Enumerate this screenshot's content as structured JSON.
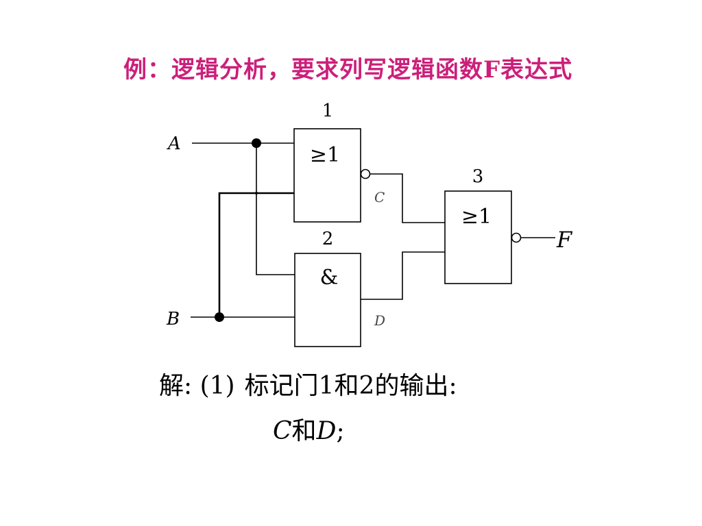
{
  "title": "例：逻辑分析，要求列写逻辑函数F表达式",
  "colors": {
    "title": "#cc1f7a",
    "wire": "#000000"
  },
  "circuit": {
    "gates": [
      {
        "number": "1",
        "symbol": "≥1"
      },
      {
        "number": "2",
        "symbol": "&"
      },
      {
        "number": "3",
        "symbol": "≥1"
      }
    ],
    "inputs": [
      "A",
      "B"
    ],
    "intermediates": [
      "C",
      "D"
    ],
    "output": "F"
  },
  "solution": {
    "line1": {
      "prefix": "解",
      "colon1": ":",
      "step": "(1)",
      "text_a": "标记门",
      "num1": "1",
      "text_b": "和",
      "num2": "2",
      "text_c": "的输出",
      "colon2": ":"
    },
    "line2": {
      "var_c": "C",
      "and": "和",
      "var_d": "D",
      "end": ";"
    }
  }
}
